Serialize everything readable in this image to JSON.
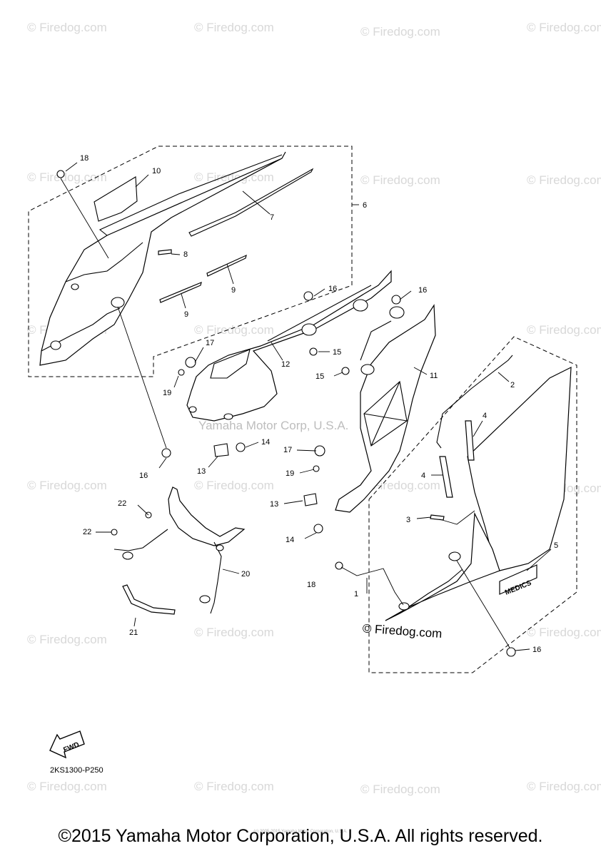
{
  "watermark_text": "© Firedog.com",
  "center_watermark": "Yamaha Motor Corp, U.S.A.",
  "firedog_logo_text": "© Firedog.com",
  "fwd_arrow_label": "FWD",
  "decal_text": "MEDICS",
  "diagram_code": "2KS1300-P250",
  "faint_copyright": "(c) 2005-2015 Yamaha Motor Corporation, U.S.A.",
  "copyright": "©2015 Yamaha Motor Corporation, U.S.A. All rights reserved.",
  "callouts": {
    "c1": "1",
    "c2": "2",
    "c3": "3",
    "c4a": "4",
    "c4b": "4",
    "c5": "5",
    "c6": "6",
    "c7": "7",
    "c8": "8",
    "c9a": "9",
    "c9b": "9",
    "c10": "10",
    "c11": "11",
    "c12": "12",
    "c13a": "13",
    "c13b": "13",
    "c14a": "14",
    "c14b": "14",
    "c15a": "15",
    "c15b": "15",
    "c16a": "16",
    "c16b": "16",
    "c16c": "16",
    "c16d": "16",
    "c17a": "17",
    "c17b": "17",
    "c18a": "18",
    "c18b": "18",
    "c19a": "19",
    "c19b": "19",
    "c20": "20",
    "c21": "21",
    "c22a": "22",
    "c22b": "22"
  }
}
